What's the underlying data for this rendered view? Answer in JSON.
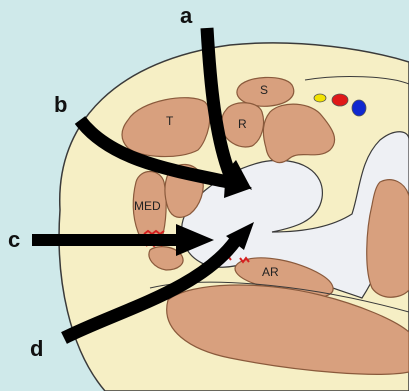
{
  "figure": {
    "arrows": {
      "a": "a",
      "b": "b",
      "c": "c",
      "d": "d"
    },
    "structures": {
      "s": "S",
      "t": "T",
      "r": "R",
      "med": "MED",
      "ar": "AR"
    },
    "colors": {
      "background": "#cfe9ea",
      "body": "#f6efc5",
      "muscle": "#d8a07e",
      "muscle_outline": "#8a5a3c",
      "space": "#eef0f4",
      "arrow": "#000000",
      "incision": "#d62020",
      "dot_yellow": "#f2e200",
      "dot_red": "#e01818",
      "dot_blue": "#1028d0"
    }
  }
}
